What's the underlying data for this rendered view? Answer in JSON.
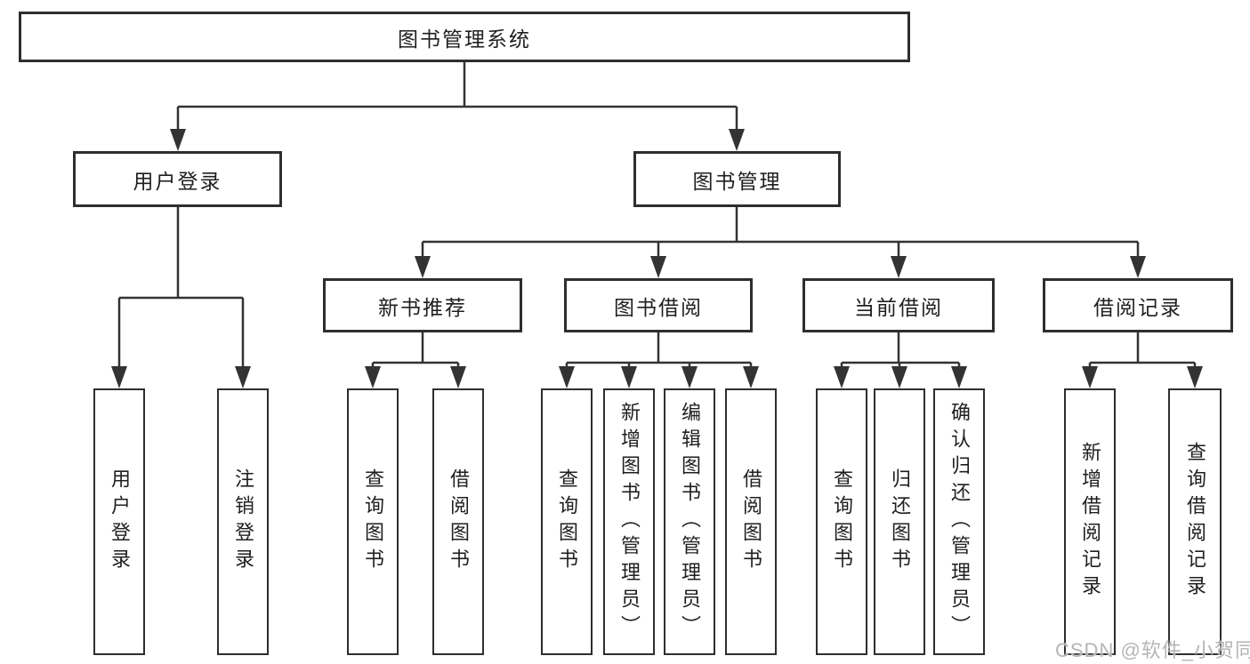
{
  "tree": {
    "root": {
      "label": "图书管理系统"
    },
    "branches": [
      {
        "label": "用户登录",
        "children": [
          {
            "label": "用户登录"
          },
          {
            "label": "注销登录"
          }
        ]
      },
      {
        "label": "图书管理",
        "groups": [
          {
            "label": "新书推荐",
            "children": [
              {
                "label": "查询图书"
              },
              {
                "label": "借阅图书"
              }
            ]
          },
          {
            "label": "图书借阅",
            "children": [
              {
                "label": "查询图书"
              },
              {
                "label": "新增图书（管理员）"
              },
              {
                "label": "编辑图书（管理员）"
              },
              {
                "label": "借阅图书"
              }
            ]
          },
          {
            "label": "当前借阅",
            "children": [
              {
                "label": "查询图书"
              },
              {
                "label": "归还图书"
              },
              {
                "label": "确认归还（管理员）"
              }
            ]
          },
          {
            "label": "借阅记录",
            "children": [
              {
                "label": "新增借阅记录"
              },
              {
                "label": "查询借阅记录"
              }
            ]
          }
        ]
      }
    ]
  },
  "watermark": {
    "text": "CSDN @软件_小贺同学"
  },
  "colors": {
    "border": "#2e2e2e",
    "line": "#333333",
    "text": "#1f1f1f",
    "watermark": "#b5b5b5",
    "background": "#ffffff"
  }
}
